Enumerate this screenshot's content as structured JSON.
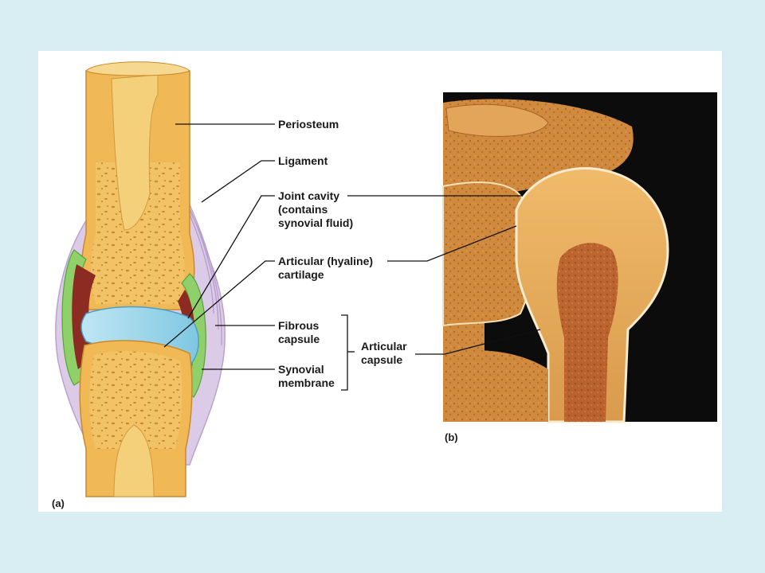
{
  "diagram": {
    "labels": {
      "periosteum": "Periosteum",
      "ligament": "Ligament",
      "joint_cavity": [
        "Joint cavity",
        "(contains",
        "synovial fluid)"
      ],
      "articular_cartilage": [
        "Articular (hyaline)",
        "cartilage"
      ],
      "fibrous_capsule": [
        "Fibrous",
        "capsule"
      ],
      "synovial_membrane": [
        "Synovial",
        "membrane"
      ],
      "articular_capsule": [
        "Articular",
        "capsule"
      ]
    },
    "panel_a": "(a)",
    "panel_b": "(b)"
  },
  "colors": {
    "background": "#d9eef2",
    "bone": "#f3c566",
    "cartilage": "#9fd8ec",
    "synovial_membrane": "#8ccf6a",
    "joint_cavity_red": "#8b2b22",
    "ligament": "#d8c6e4",
    "photo_background": "#0c0c0c"
  }
}
